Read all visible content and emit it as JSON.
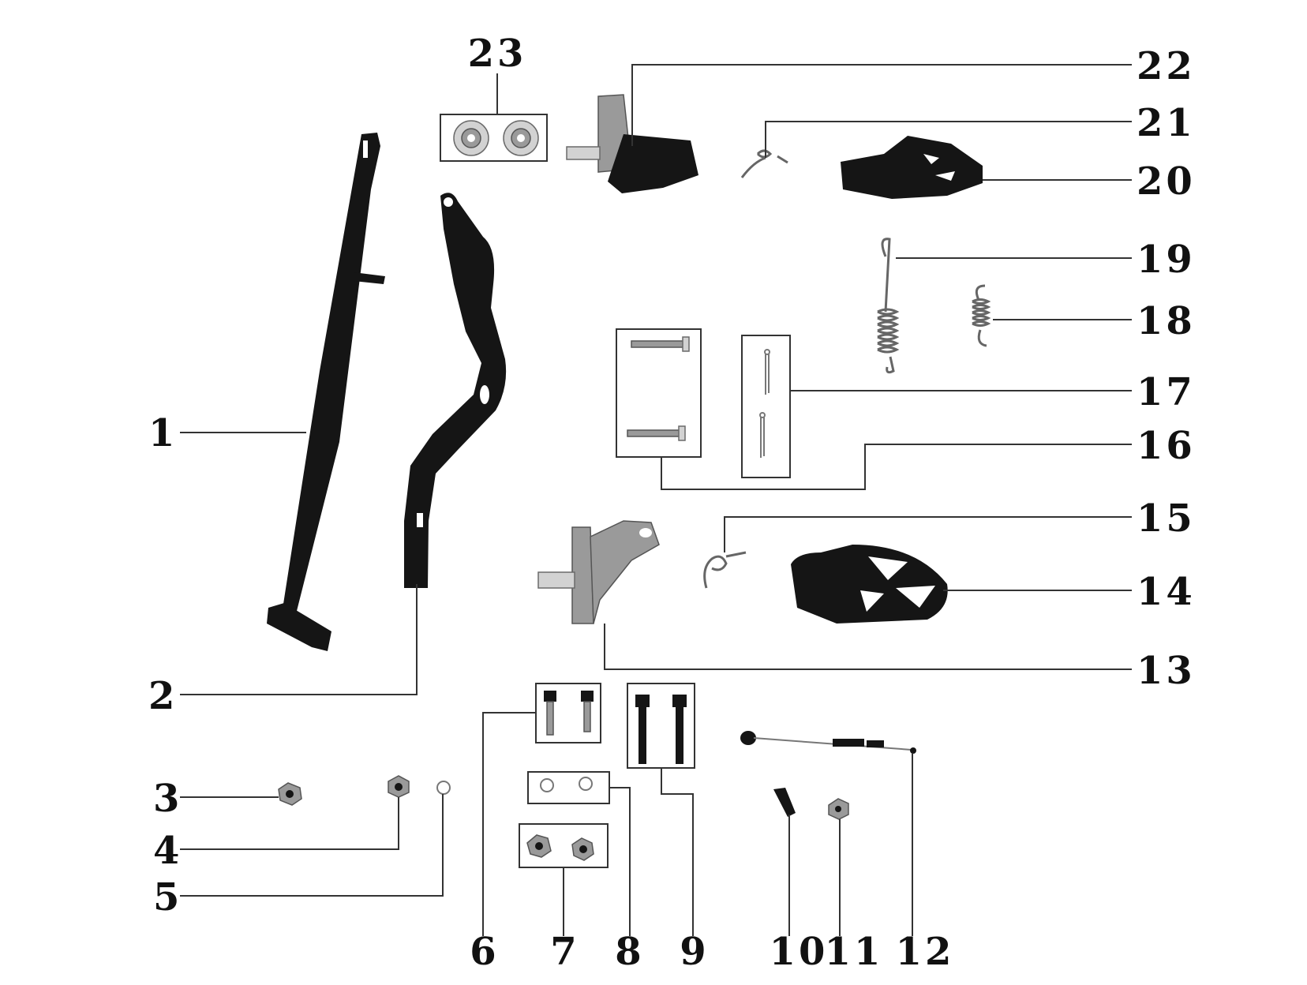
{
  "diagram": {
    "callouts": [
      {
        "id": "1",
        "label": "1"
      },
      {
        "id": "2",
        "label": "2"
      },
      {
        "id": "3",
        "label": "3"
      },
      {
        "id": "4",
        "label": "4"
      },
      {
        "id": "5",
        "label": "5"
      },
      {
        "id": "6",
        "label": "6"
      },
      {
        "id": "7",
        "label": "7"
      },
      {
        "id": "8",
        "label": "8"
      },
      {
        "id": "9",
        "label": "9"
      },
      {
        "id": "10",
        "label": "10"
      },
      {
        "id": "11",
        "label": "11"
      },
      {
        "id": "12",
        "label": "12"
      },
      {
        "id": "13",
        "label": "13"
      },
      {
        "id": "14",
        "label": "14"
      },
      {
        "id": "15",
        "label": "15"
      },
      {
        "id": "16",
        "label": "16"
      },
      {
        "id": "17",
        "label": "17"
      },
      {
        "id": "18",
        "label": "18"
      },
      {
        "id": "19",
        "label": "19"
      },
      {
        "id": "20",
        "label": "20"
      },
      {
        "id": "21",
        "label": "21"
      },
      {
        "id": "22",
        "label": "22"
      },
      {
        "id": "23",
        "label": "23"
      }
    ]
  },
  "colors": {
    "background": "#ffffff",
    "leader_line": "#333333",
    "part_dark": "#151515",
    "part_metal": "#9a9a9a"
  }
}
